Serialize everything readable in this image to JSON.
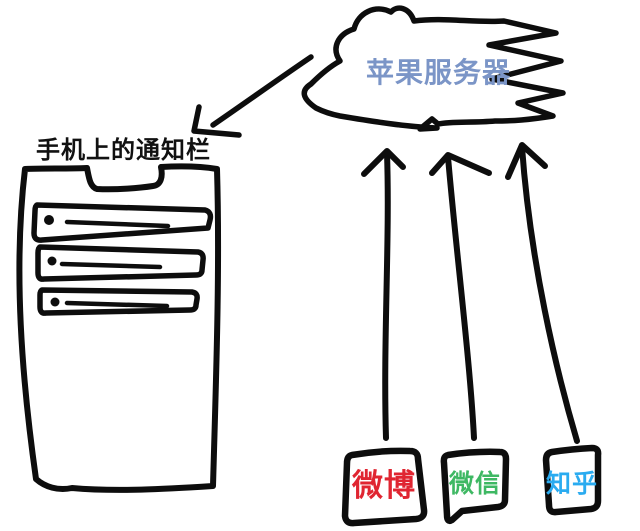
{
  "background_color": "#ffffff",
  "ink_color": "#0d0d0d",
  "cloud": {
    "label": "苹果服务器",
    "label_color": "#7b95c7"
  },
  "phone": {
    "label": "手机上的通知栏",
    "label_color": "#111111",
    "notification_rows": 3
  },
  "apps": [
    {
      "name": "weibo",
      "label": "微博",
      "color": "#e02531"
    },
    {
      "name": "wechat",
      "label": "微信",
      "color": "#3eb863"
    },
    {
      "name": "zhihu",
      "label": "知乎",
      "color": "#2aabf0"
    }
  ]
}
